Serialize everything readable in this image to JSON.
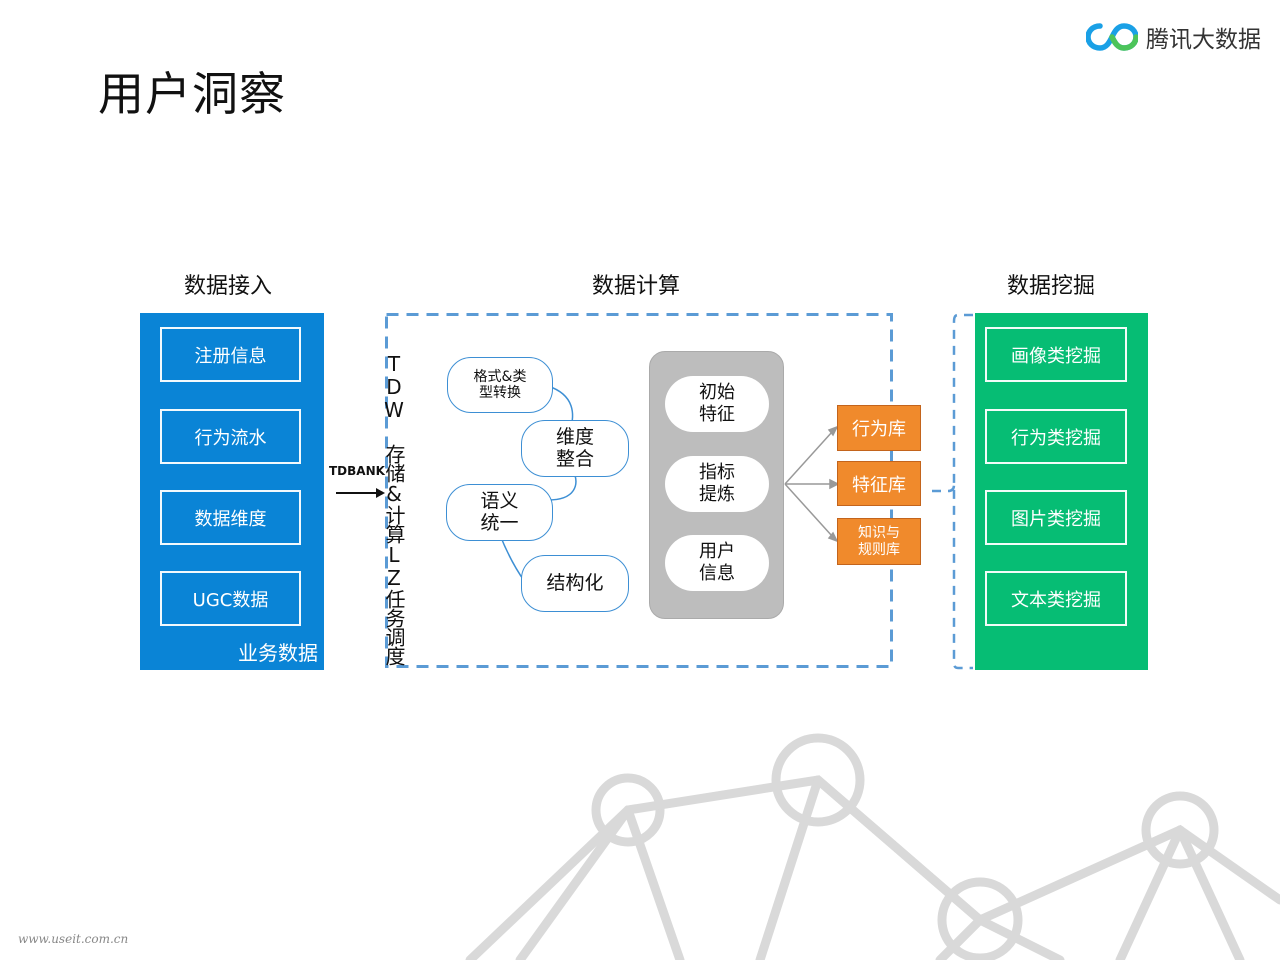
{
  "page_title": "用户洞察",
  "brand": {
    "name": "腾讯大数据"
  },
  "sections": {
    "ingest": "数据接入",
    "compute": "数据计算",
    "mining": "数据挖掘"
  },
  "business_data": {
    "items": [
      "注册信息",
      "行为流水",
      "数据维度",
      "UGC数据"
    ],
    "footer": "业务数据"
  },
  "pipeline": {
    "arrow_label": "TDBANK",
    "vertical_label": "TDW 存储&计算LZ任务调度"
  },
  "processing_steps": [
    "格式&类\n型转换",
    "维度\n整合",
    "语义\n统一",
    "结构化"
  ],
  "features": [
    "初始\n特征",
    "指标\n提炼",
    "用户\n信息"
  ],
  "stores": [
    "行为库",
    "特征库",
    "知识与\n规则库"
  ],
  "mining_items": [
    "画像类挖掘",
    "行为类挖掘",
    "图片类挖掘",
    "文本类挖掘"
  ],
  "watermark": "www.useit.com.cn",
  "colors": {
    "blue_panel": "#0a84d6",
    "green_panel": "#06bd74",
    "orange_store": "#f08a2c",
    "dashed_border": "#5b9bd5"
  }
}
